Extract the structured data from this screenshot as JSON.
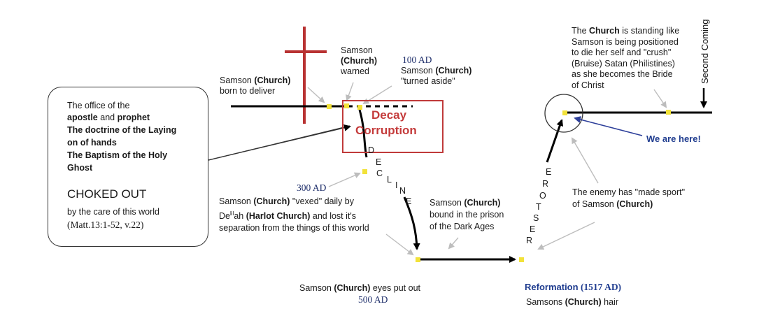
{
  "office_box": {
    "line1": "The office of the",
    "line2_a": "apostle",
    "line2_b": " and ",
    "line2_c": "prophet",
    "line3": "The doctrine of the Laying",
    "line4": "on of hands",
    "line5": "The Baptism of the Holy",
    "line6": "Ghost",
    "choked": "CHOKED OUT",
    "care": "by the care of this world",
    "ref": "(Matt.13:1-52, v.22)"
  },
  "labels": {
    "born_a": "Samson ",
    "born_b": "(Church)",
    "born_c": "born to deliver",
    "warned_a": "Samson",
    "warned_b": "(Church)",
    "warned_c": "warned",
    "ad100": "100 AD",
    "aside_a": "Samson ",
    "aside_b": "(Church)",
    "aside_c": "\"turned aside\"",
    "decay": "Decay",
    "corruption": "Corruption",
    "ad300": "300 AD",
    "vexed_a": "Samson ",
    "vexed_b": "(Church)",
    "vexed_c": " \"vexed\" daily by",
    "vexed_d": "De",
    "vexed_e": "lil",
    "vexed_f": "ah ",
    "vexed_g": "(Harlot Church)",
    "vexed_h": " and lost it's",
    "vexed_i": "separation from the things of this world",
    "bound_a": "Samson ",
    "bound_b": "(Church)",
    "bound_c": "bound in the prison",
    "bound_d": "of the Dark Ages",
    "eyes_a": "Samson ",
    "eyes_b": "(Church)",
    "eyes_c": " eyes put out",
    "ad500": "500 AD",
    "reformation_a": "Reformation",
    "reformation_b": " (1517 AD)",
    "hair_a": "Samsons ",
    "hair_b": "(Church)",
    "hair_c": " hair",
    "enemy_a": "The enemy has \"made sport\"",
    "enemy_b": "of Samson ",
    "enemy_c": "(Church)",
    "standing_a": "The ",
    "standing_b": "Church",
    "standing_c": " is standing like",
    "standing_d": "Samson is being positioned",
    "standing_e": "to die her self and \"crush\"",
    "standing_f": "(Bruise) Satan (Philistines)",
    "standing_g": "as she becomes the Bride",
    "standing_h": "of Christ",
    "here": "We are here!",
    "second_coming": "Second Coming"
  },
  "decline_letters": [
    "D",
    "E",
    "C",
    "L",
    "I",
    "N",
    "E"
  ],
  "restore_letters": [
    "E",
    "R",
    "O",
    "T",
    "S",
    "E",
    "R"
  ]
}
